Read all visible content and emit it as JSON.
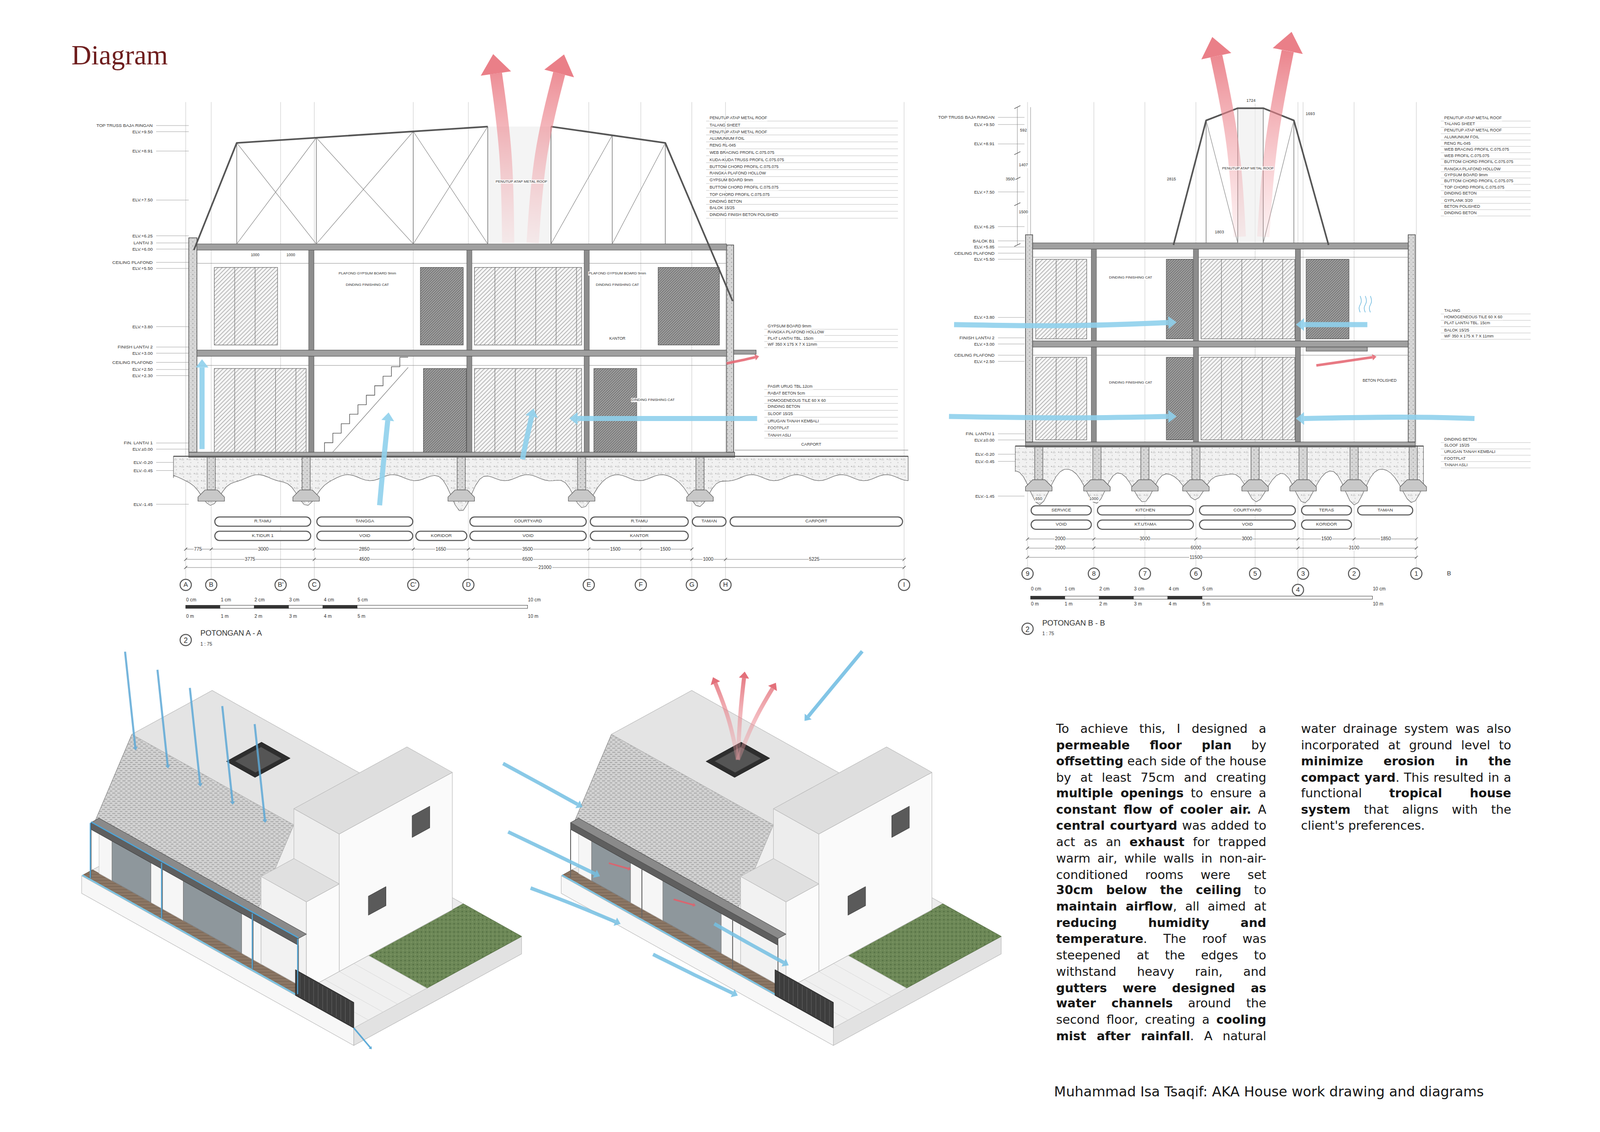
{
  "diagram": {
    "title": "Diagram",
    "caption": "Muhammad Isa Tsaqif: AKA House work drawing and diagrams",
    "nodes": [
      {
        "text": [
          "R.TAMU"
        ]
      },
      {
        "text": [
          "TANGGA"
        ]
      },
      {
        "text": [
          "COURTYARD"
        ]
      },
      {
        "text": [
          "R.TAMU"
        ]
      },
      {
        "text": [
          "TAMAN"
        ]
      },
      {
        "text": [
          "CARPORT"
        ]
      },
      {
        "text": [
          "K.TIDUR 1"
        ]
      },
      {
        "text": [
          "VOID"
        ]
      },
      {
        "text": [
          "KORIDOR"
        ]
      },
      {
        "text": [
          "VOID"
        ]
      },
      {
        "text": [
          "KANTOR"
        ]
      },
      {
        "text": [
          "A"
        ]
      },
      {
        "text": [
          "B"
        ]
      },
      {
        "text": [
          "B'"
        ]
      },
      {
        "text": [
          "C"
        ]
      },
      {
        "text": [
          "C'"
        ]
      },
      {
        "text": [
          "D"
        ]
      },
      {
        "text": [
          "E"
        ]
      },
      {
        "text": [
          "F"
        ]
      },
      {
        "text": [
          "G"
        ]
      },
      {
        "text": [
          "H"
        ]
      },
      {
        "text": [
          "I"
        ]
      },
      {
        "text": [
          "2"
        ]
      },
      {
        "text": [
          "SERVICE"
        ]
      },
      {
        "text": [
          "KITCHEN"
        ]
      },
      {
        "text": [
          "COURTYARD"
        ]
      },
      {
        "text": [
          "TERAS"
        ]
      },
      {
        "text": [
          "TAMAN"
        ]
      },
      {
        "text": [
          "VOID"
        ]
      },
      {
        "text": [
          "KT.UTAMA"
        ]
      },
      {
        "text": [
          "VOID"
        ]
      },
      {
        "text": [
          "KORIDOR"
        ]
      },
      {
        "text": [
          "9"
        ]
      },
      {
        "text": [
          "8"
        ]
      },
      {
        "text": [
          "7"
        ]
      },
      {
        "text": [
          "6"
        ]
      },
      {
        "text": [
          "5"
        ]
      },
      {
        "text": [
          "4"
        ]
      },
      {
        "text": [
          "3"
        ]
      },
      {
        "text": [
          "2"
        ]
      },
      {
        "text": [
          "1"
        ]
      },
      {
        "text": [
          "2"
        ]
      }
    ],
    "labels": [
      "TOP TRUSS BAJA RINGAN",
      "ELV.+9.50",
      "ELV.+8.91",
      "ELV.+7.50",
      "ELV.+6.25",
      "LANTAI 3",
      "ELV.+6.00",
      "CEILING PLAFOND",
      "ELV.+5.50",
      "ELV.+3.80",
      "FINISH LANTAI 2",
      "ELV.+3.00",
      "CEILING PLAFOND",
      "ELV.+2.50",
      "ELV.+2.30",
      "FIN. LANTAI 1",
      "ELV.±0.00",
      "ELV.-0.20",
      "ELV.-0.45",
      "ELV.-1.45",
      "PENUTUP ATAP METAL ROOF",
      "TALANG SHEET",
      "PENUTUP ATAP METAL ROOF",
      "ALUMUNIUM FOIL",
      "RENG RL-045",
      "WEB BRACING PROFIL C.075.075",
      "KUDA-KUDA TRUSS PROFIL C.075.075",
      "BUTTOM CHORD PROFIL C.075.075",
      "RANGKA PLAFOND HOLLOW",
      "GYPSUM BOARD 9mm",
      "BUTTOM CHORD PROFIL C.075.075",
      "TOP CHORD PROFIL C.075.075",
      "DINDING BETON",
      "BALOK 15/25",
      "DINDING FINISH BETON POLISHED",
      "GYPSUM BOARD 9mm",
      "RANGKA PLAFOND HOLLOW",
      "PLAT LANTAI TBL. 15cm",
      "WF 350 X 175 X 7 X 11mm",
      "PASIR URUG TBL.12cm",
      "RABAT BETON 5cm",
      "HOMOGENEOUS TILE 60 X 60",
      "DINDING BETON",
      "SLOOF 15/25",
      "URUGAN TANAH KEMBALI",
      "FOOTPLAT",
      "TANAH ASLI",
      "CARPORT",
      "PENUTUP ATAP METAL ROOF",
      "PLAFOND GYPSUM BOARD 9mm",
      "DINDING FINISHING CAT",
      "PLAFOND GYPSUM BOARD 9mm",
      "DINDING FINISHING CAT",
      "KANTOR",
      "DINDING FINISHING CAT",
      "1000",
      "1000",
      "775",
      "3000",
      "2850",
      "1650",
      "3500",
      "1500",
      "1500",
      "3775",
      "4500",
      "6500",
      "1000",
      "5225",
      "21000",
      "0 cm",
      "1 cm",
      "2 cm",
      "3 cm",
      "4 cm",
      "5 cm",
      "10 cm",
      "0 m",
      "1 m",
      "2 m",
      "3 m",
      "4 m",
      "5 m",
      "10 m",
      "POTONGAN A - A",
      "1 : 75",
      "TOP TRUSS BAJA RINGAN",
      "ELV.+9.50",
      "ELV.+8.91",
      "ELV.+7.50",
      "ELV.+6.25",
      "BALOK B1",
      "ELV.+5.85",
      "CEILING PLAFOND",
      "ELV.+5.50",
      "ELV.+3.80",
      "FINISH LANTAI 2",
      "ELV.+3.00",
      "CEILING PLAFOND",
      "ELV.+2.50",
      "FIN. LANTAI 1",
      "ELV.±0.00",
      "ELV.-0.20",
      "ELV.-0.45",
      "ELV.-1.45",
      "592",
      "1407",
      "3500",
      "1500",
      "1724",
      "1693",
      "2815",
      "1803",
      "PENUTUP ATAP METAL ROOF",
      "TALANG SHEET",
      "PENUTUP ATAP METAL ROOF",
      "ALUMUNIUM FOIL",
      "RENG RL-045",
      "WEB BRACING PROFIL C.075.075",
      "WEB PROFIL C.075.075",
      "BUTTOM CHORD PROFIL C.075.075",
      "RANGKA PLAFOND HOLLOW",
      "GYPSUM BOARD 9mm",
      "BUTTOM CHORD PROFIL C.075.075",
      "TOP CHORD PROFIL C.075.075",
      "DINDING BETON",
      "GYPLANK 3/20",
      "BETON POLISHED",
      "DINDING BETON",
      "TALANG",
      "HOMOGENEOUS TILE 60 X 60",
      "PLAT LANTAI TBL. 15cm",
      "BALOK 15/25",
      "WF 350 X 175 X 7 X 11mm",
      "DINDING BETON",
      "SLOOF 15/25",
      "URUGAN TANAH KEMBALI",
      "FOOTPLAT",
      "TANAH ASLI",
      "BETON POLISHED",
      "PENUTUP ATAP METAL ROOF",
      "DINDING FINISHING CAT",
      "DINDING FINISHING CAT",
      "650",
      "1000",
      "B",
      "2000",
      "3000",
      "3000",
      "1500",
      "1850",
      "2000",
      "6000",
      "3100",
      "11500",
      "0 cm",
      "1 cm",
      "2 cm",
      "3 cm",
      "4 cm",
      "5 cm",
      "10 cm",
      "0 m",
      "1 m",
      "2 m",
      "3 m",
      "4 m",
      "5 m",
      "10 m",
      "POTONGAN B - B",
      "1 : 75",
      "To achieve this, I designed a ",
      "permeable floor plan",
      " by ",
      "offsetting",
      " each side of the house by at least 75cm and creating ",
      "multiple openings",
      " to ensure a ",
      "constant flow of cooler air.",
      " A ",
      "central courtyard",
      " was added to act as an ",
      "exhaust",
      " for trapped warm air, while walls in non-air-conditioned rooms were set ",
      "30cm below the ceiling",
      " to ",
      "maintain airflow",
      ", all aimed at ",
      "reducing humidity and temperature",
      ". The roof was steepened at the edges to withstand heavy rain, and ",
      "gutters were designed as water channels",
      " around the second floor, creating a ",
      "cooling mist after rainfall",
      ". A natural water drainage system was also incorporated at ground level to ",
      "minimize erosion in the compact yard",
      ". This resulted in a functional ",
      "tropical house system",
      " that aligns with the client's preferences."
    ]
  }
}
